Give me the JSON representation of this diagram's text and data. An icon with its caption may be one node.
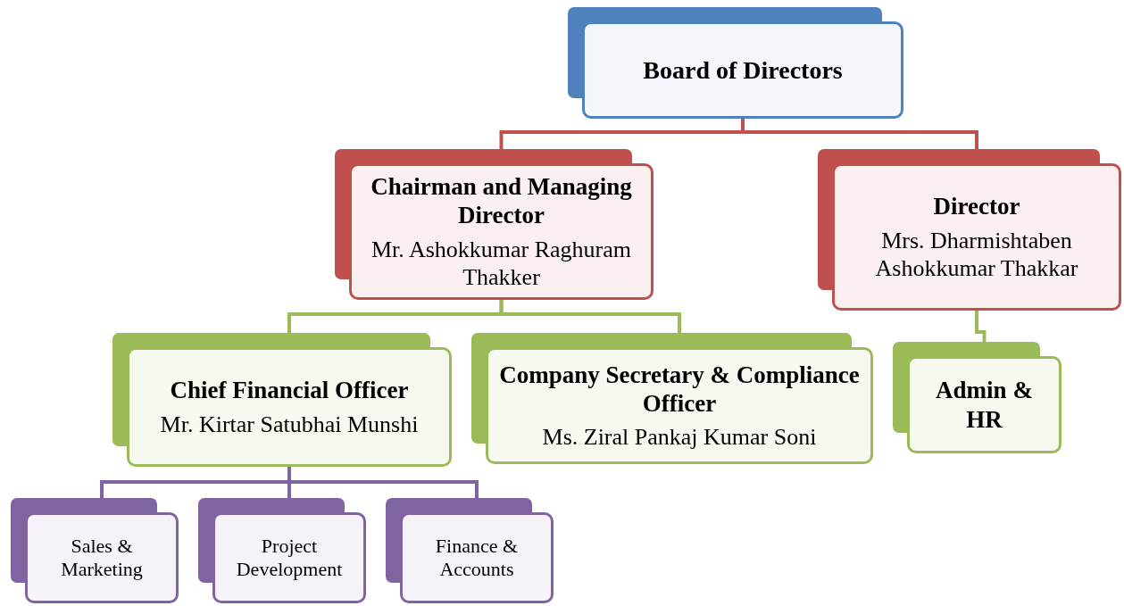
{
  "diagram": {
    "nodes": [
      {
        "text": [
          "Board of Directors"
        ]
      },
      {
        "text": [
          "Chairman and Managing Director",
          "Mr. Ashokkumar Raghuram Thakker"
        ]
      },
      {
        "text": [
          "Director",
          "Mrs. Dharmishtaben Ashokkumar Thakkar"
        ]
      },
      {
        "text": [
          "Chief Financial Officer",
          "Mr. Kirtar Satubhai Munshi"
        ]
      },
      {
        "text": [
          "Company Secretary & Compliance Officer",
          "Ms. Ziral Pankaj Kumar Soni"
        ]
      },
      {
        "text": [
          "Admin & HR"
        ]
      },
      {
        "text": [
          "Sales & Marketing"
        ]
      },
      {
        "text": [
          "Project Development"
        ]
      },
      {
        "text": [
          "Finance & Accounts"
        ]
      }
    ],
    "edges": [
      {
        "from": 0,
        "to": 1,
        "arrow": "none",
        "color": "#c0504d"
      },
      {
        "from": 0,
        "to": 2,
        "arrow": "none",
        "color": "#c0504d"
      },
      {
        "from": 1,
        "to": 3,
        "arrow": "none",
        "color": "#9bbb59"
      },
      {
        "from": 1,
        "to": 4,
        "arrow": "none",
        "color": "#9bbb59"
      },
      {
        "from": 2,
        "to": 5,
        "arrow": "none",
        "color": "#9bbb59"
      },
      {
        "from": 3,
        "to": 6,
        "arrow": "none",
        "color": "#8064a2"
      },
      {
        "from": 3,
        "to": 7,
        "arrow": "none",
        "color": "#8064a2"
      },
      {
        "from": 3,
        "to": 8,
        "arrow": "none",
        "color": "#8064a2"
      }
    ]
  }
}
